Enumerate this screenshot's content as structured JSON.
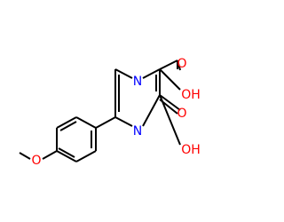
{
  "molecule": {
    "atoms": {
      "n_top": {
        "text": "N",
        "color": "#0000ff"
      },
      "n_bottom": {
        "text": "N",
        "color": "#0000ff"
      },
      "o_carbonyl_1": {
        "text": "O",
        "color": "#ff0000"
      },
      "oh_1": {
        "text": "OH",
        "color": "#ff0000"
      },
      "o_carbonyl_2": {
        "text": "O",
        "color": "#ff0000"
      },
      "oh_2": {
        "text": "OH",
        "color": "#ff0000"
      },
      "o_methoxy": {
        "text": "O",
        "color": "#ff0000"
      }
    },
    "bond_color": "#000000"
  }
}
